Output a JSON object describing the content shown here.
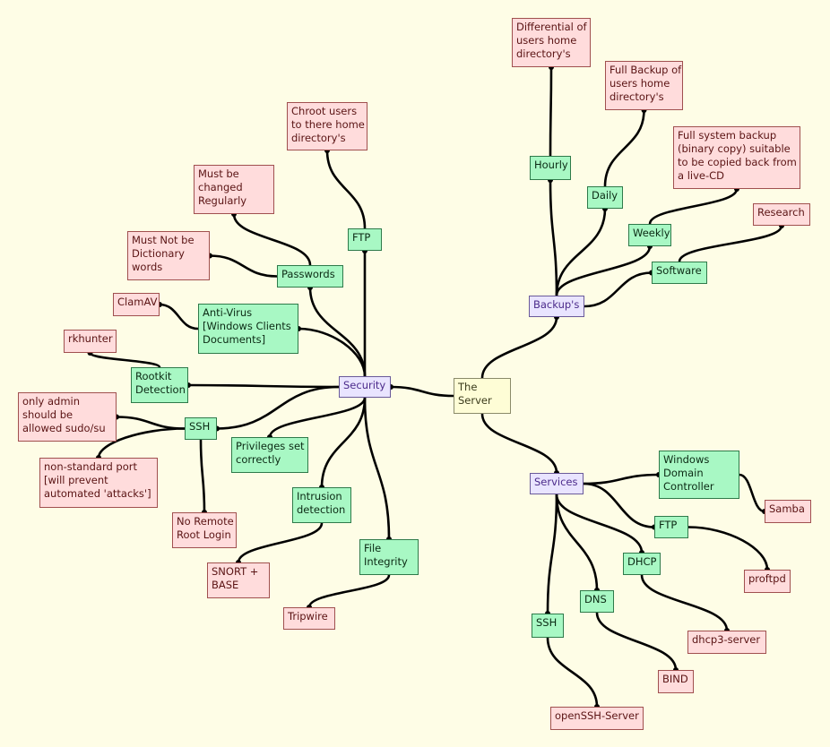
{
  "diagram": {
    "title": "",
    "colors": {
      "background": "#fefde6",
      "edge": "#000000",
      "root": "#fefdd6",
      "hub": "#e9e4ff",
      "topic": "#a8f8c4",
      "leaf": "#ffdcdc"
    },
    "nodes": [
      {
        "id": "server",
        "label": "The\nServer",
        "kind": "root"
      },
      {
        "id": "security",
        "label": "Security",
        "kind": "hub"
      },
      {
        "id": "backups",
        "label": "Backup's",
        "kind": "hub"
      },
      {
        "id": "services",
        "label": "Services",
        "kind": "hub"
      },
      {
        "id": "sec_ftp",
        "label": "FTP",
        "kind": "topic"
      },
      {
        "id": "chroot",
        "label": "Chroot users\nto there home\ndirectory's",
        "kind": "leaf"
      },
      {
        "id": "passwords",
        "label": "Passwords",
        "kind": "topic"
      },
      {
        "id": "pw_changed",
        "label": "Must be\nchanged\nRegularly",
        "kind": "leaf"
      },
      {
        "id": "pw_dict",
        "label": "Must Not be\nDictionary\nwords",
        "kind": "leaf"
      },
      {
        "id": "antivirus",
        "label": "Anti-Virus\n[Windows Clients\nDocuments]",
        "kind": "topic"
      },
      {
        "id": "clamav",
        "label": "ClamAV",
        "kind": "leaf"
      },
      {
        "id": "rootkit",
        "label": "Rootkit\nDetection",
        "kind": "topic"
      },
      {
        "id": "rkhunter",
        "label": "rkhunter",
        "kind": "leaf"
      },
      {
        "id": "sec_ssh",
        "label": "SSH",
        "kind": "topic"
      },
      {
        "id": "ssh_admin",
        "label": "only admin\nshould be\nallowed sudo/su",
        "kind": "leaf"
      },
      {
        "id": "ssh_port",
        "label": "non-standard port\n[will prevent\nautomated 'attacks']",
        "kind": "leaf"
      },
      {
        "id": "ssh_root",
        "label": "No Remote\nRoot Login",
        "kind": "leaf"
      },
      {
        "id": "privileges",
        "label": "Privileges set\ncorrectly",
        "kind": "topic"
      },
      {
        "id": "intrusion",
        "label": "Intrusion\ndetection",
        "kind": "topic"
      },
      {
        "id": "snort",
        "label": "SNORT +\nBASE",
        "kind": "leaf"
      },
      {
        "id": "fileint",
        "label": "File\nIntegrity",
        "kind": "topic"
      },
      {
        "id": "tripwire",
        "label": "Tripwire",
        "kind": "leaf"
      },
      {
        "id": "hourly",
        "label": "Hourly",
        "kind": "topic"
      },
      {
        "id": "diff",
        "label": "Differential of\nusers home\ndirectory's",
        "kind": "leaf"
      },
      {
        "id": "daily",
        "label": "Daily",
        "kind": "topic"
      },
      {
        "id": "fullhome",
        "label": "Full Backup of\nusers home\ndirectory's",
        "kind": "leaf"
      },
      {
        "id": "weekly",
        "label": "Weekly",
        "kind": "topic"
      },
      {
        "id": "fullsys",
        "label": "Full system backup\n(binary copy) suitable\nto be copied back from\na live-CD",
        "kind": "leaf"
      },
      {
        "id": "software",
        "label": "Software",
        "kind": "topic"
      },
      {
        "id": "research",
        "label": "Research",
        "kind": "leaf"
      },
      {
        "id": "wdc",
        "label": "Windows\nDomain\nController",
        "kind": "topic"
      },
      {
        "id": "samba",
        "label": "Samba",
        "kind": "leaf"
      },
      {
        "id": "svc_ftp",
        "label": "FTP",
        "kind": "topic"
      },
      {
        "id": "proftpd",
        "label": "proftpd",
        "kind": "leaf"
      },
      {
        "id": "dhcp",
        "label": "DHCP",
        "kind": "topic"
      },
      {
        "id": "dhcp3",
        "label": "dhcp3-server",
        "kind": "leaf"
      },
      {
        "id": "dns",
        "label": "DNS",
        "kind": "topic"
      },
      {
        "id": "bind",
        "label": "BIND",
        "kind": "leaf"
      },
      {
        "id": "svc_ssh",
        "label": "SSH",
        "kind": "topic"
      },
      {
        "id": "openssh",
        "label": "openSSH-Server",
        "kind": "leaf"
      }
    ],
    "edges": [
      [
        "server",
        "security"
      ],
      [
        "server",
        "backups"
      ],
      [
        "server",
        "services"
      ],
      [
        "security",
        "sec_ftp"
      ],
      [
        "sec_ftp",
        "chroot"
      ],
      [
        "security",
        "passwords"
      ],
      [
        "passwords",
        "pw_changed"
      ],
      [
        "passwords",
        "pw_dict"
      ],
      [
        "security",
        "antivirus"
      ],
      [
        "antivirus",
        "clamav"
      ],
      [
        "security",
        "rootkit"
      ],
      [
        "rootkit",
        "rkhunter"
      ],
      [
        "security",
        "sec_ssh"
      ],
      [
        "sec_ssh",
        "ssh_admin"
      ],
      [
        "sec_ssh",
        "ssh_port"
      ],
      [
        "sec_ssh",
        "ssh_root"
      ],
      [
        "security",
        "privileges"
      ],
      [
        "security",
        "intrusion"
      ],
      [
        "intrusion",
        "snort"
      ],
      [
        "security",
        "fileint"
      ],
      [
        "fileint",
        "tripwire"
      ],
      [
        "backups",
        "hourly"
      ],
      [
        "hourly",
        "diff"
      ],
      [
        "backups",
        "daily"
      ],
      [
        "daily",
        "fullhome"
      ],
      [
        "backups",
        "weekly"
      ],
      [
        "weekly",
        "fullsys"
      ],
      [
        "backups",
        "software"
      ],
      [
        "software",
        "research"
      ],
      [
        "services",
        "wdc"
      ],
      [
        "wdc",
        "samba"
      ],
      [
        "services",
        "svc_ftp"
      ],
      [
        "svc_ftp",
        "proftpd"
      ],
      [
        "services",
        "dhcp"
      ],
      [
        "dhcp",
        "dhcp3"
      ],
      [
        "services",
        "dns"
      ],
      [
        "dns",
        "bind"
      ],
      [
        "services",
        "svc_ssh"
      ],
      [
        "svc_ssh",
        "openssh"
      ]
    ]
  }
}
